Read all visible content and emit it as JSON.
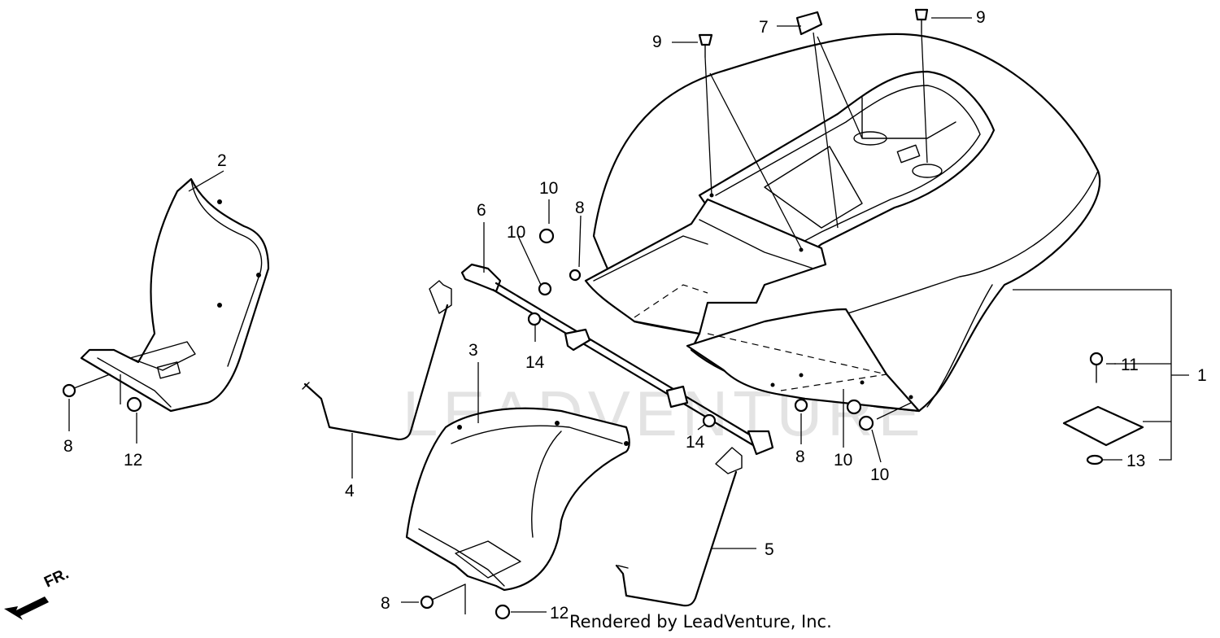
{
  "watermark": "LEADVENTURE",
  "credit": "Rendered by LeadVenture, Inc.",
  "front_marker": {
    "text": "FR."
  },
  "callouts": [
    {
      "id": "1",
      "text": "1"
    },
    {
      "id": "2",
      "text": "2"
    },
    {
      "id": "3",
      "text": "3"
    },
    {
      "id": "4",
      "text": "4"
    },
    {
      "id": "5",
      "text": "5"
    },
    {
      "id": "6",
      "text": "6"
    },
    {
      "id": "7",
      "text": "7"
    },
    {
      "id": "8a",
      "text": "8"
    },
    {
      "id": "8b",
      "text": "8"
    },
    {
      "id": "8c",
      "text": "8"
    },
    {
      "id": "8d",
      "text": "8"
    },
    {
      "id": "9a",
      "text": "9"
    },
    {
      "id": "9b",
      "text": "9"
    },
    {
      "id": "10a",
      "text": "10"
    },
    {
      "id": "10b",
      "text": "10"
    },
    {
      "id": "10c",
      "text": "10"
    },
    {
      "id": "10d",
      "text": "10"
    },
    {
      "id": "11",
      "text": "11"
    },
    {
      "id": "12a",
      "text": "12"
    },
    {
      "id": "12b",
      "text": "12"
    },
    {
      "id": "13",
      "text": "13"
    },
    {
      "id": "14a",
      "text": "14"
    },
    {
      "id": "14b",
      "text": "14"
    }
  ]
}
